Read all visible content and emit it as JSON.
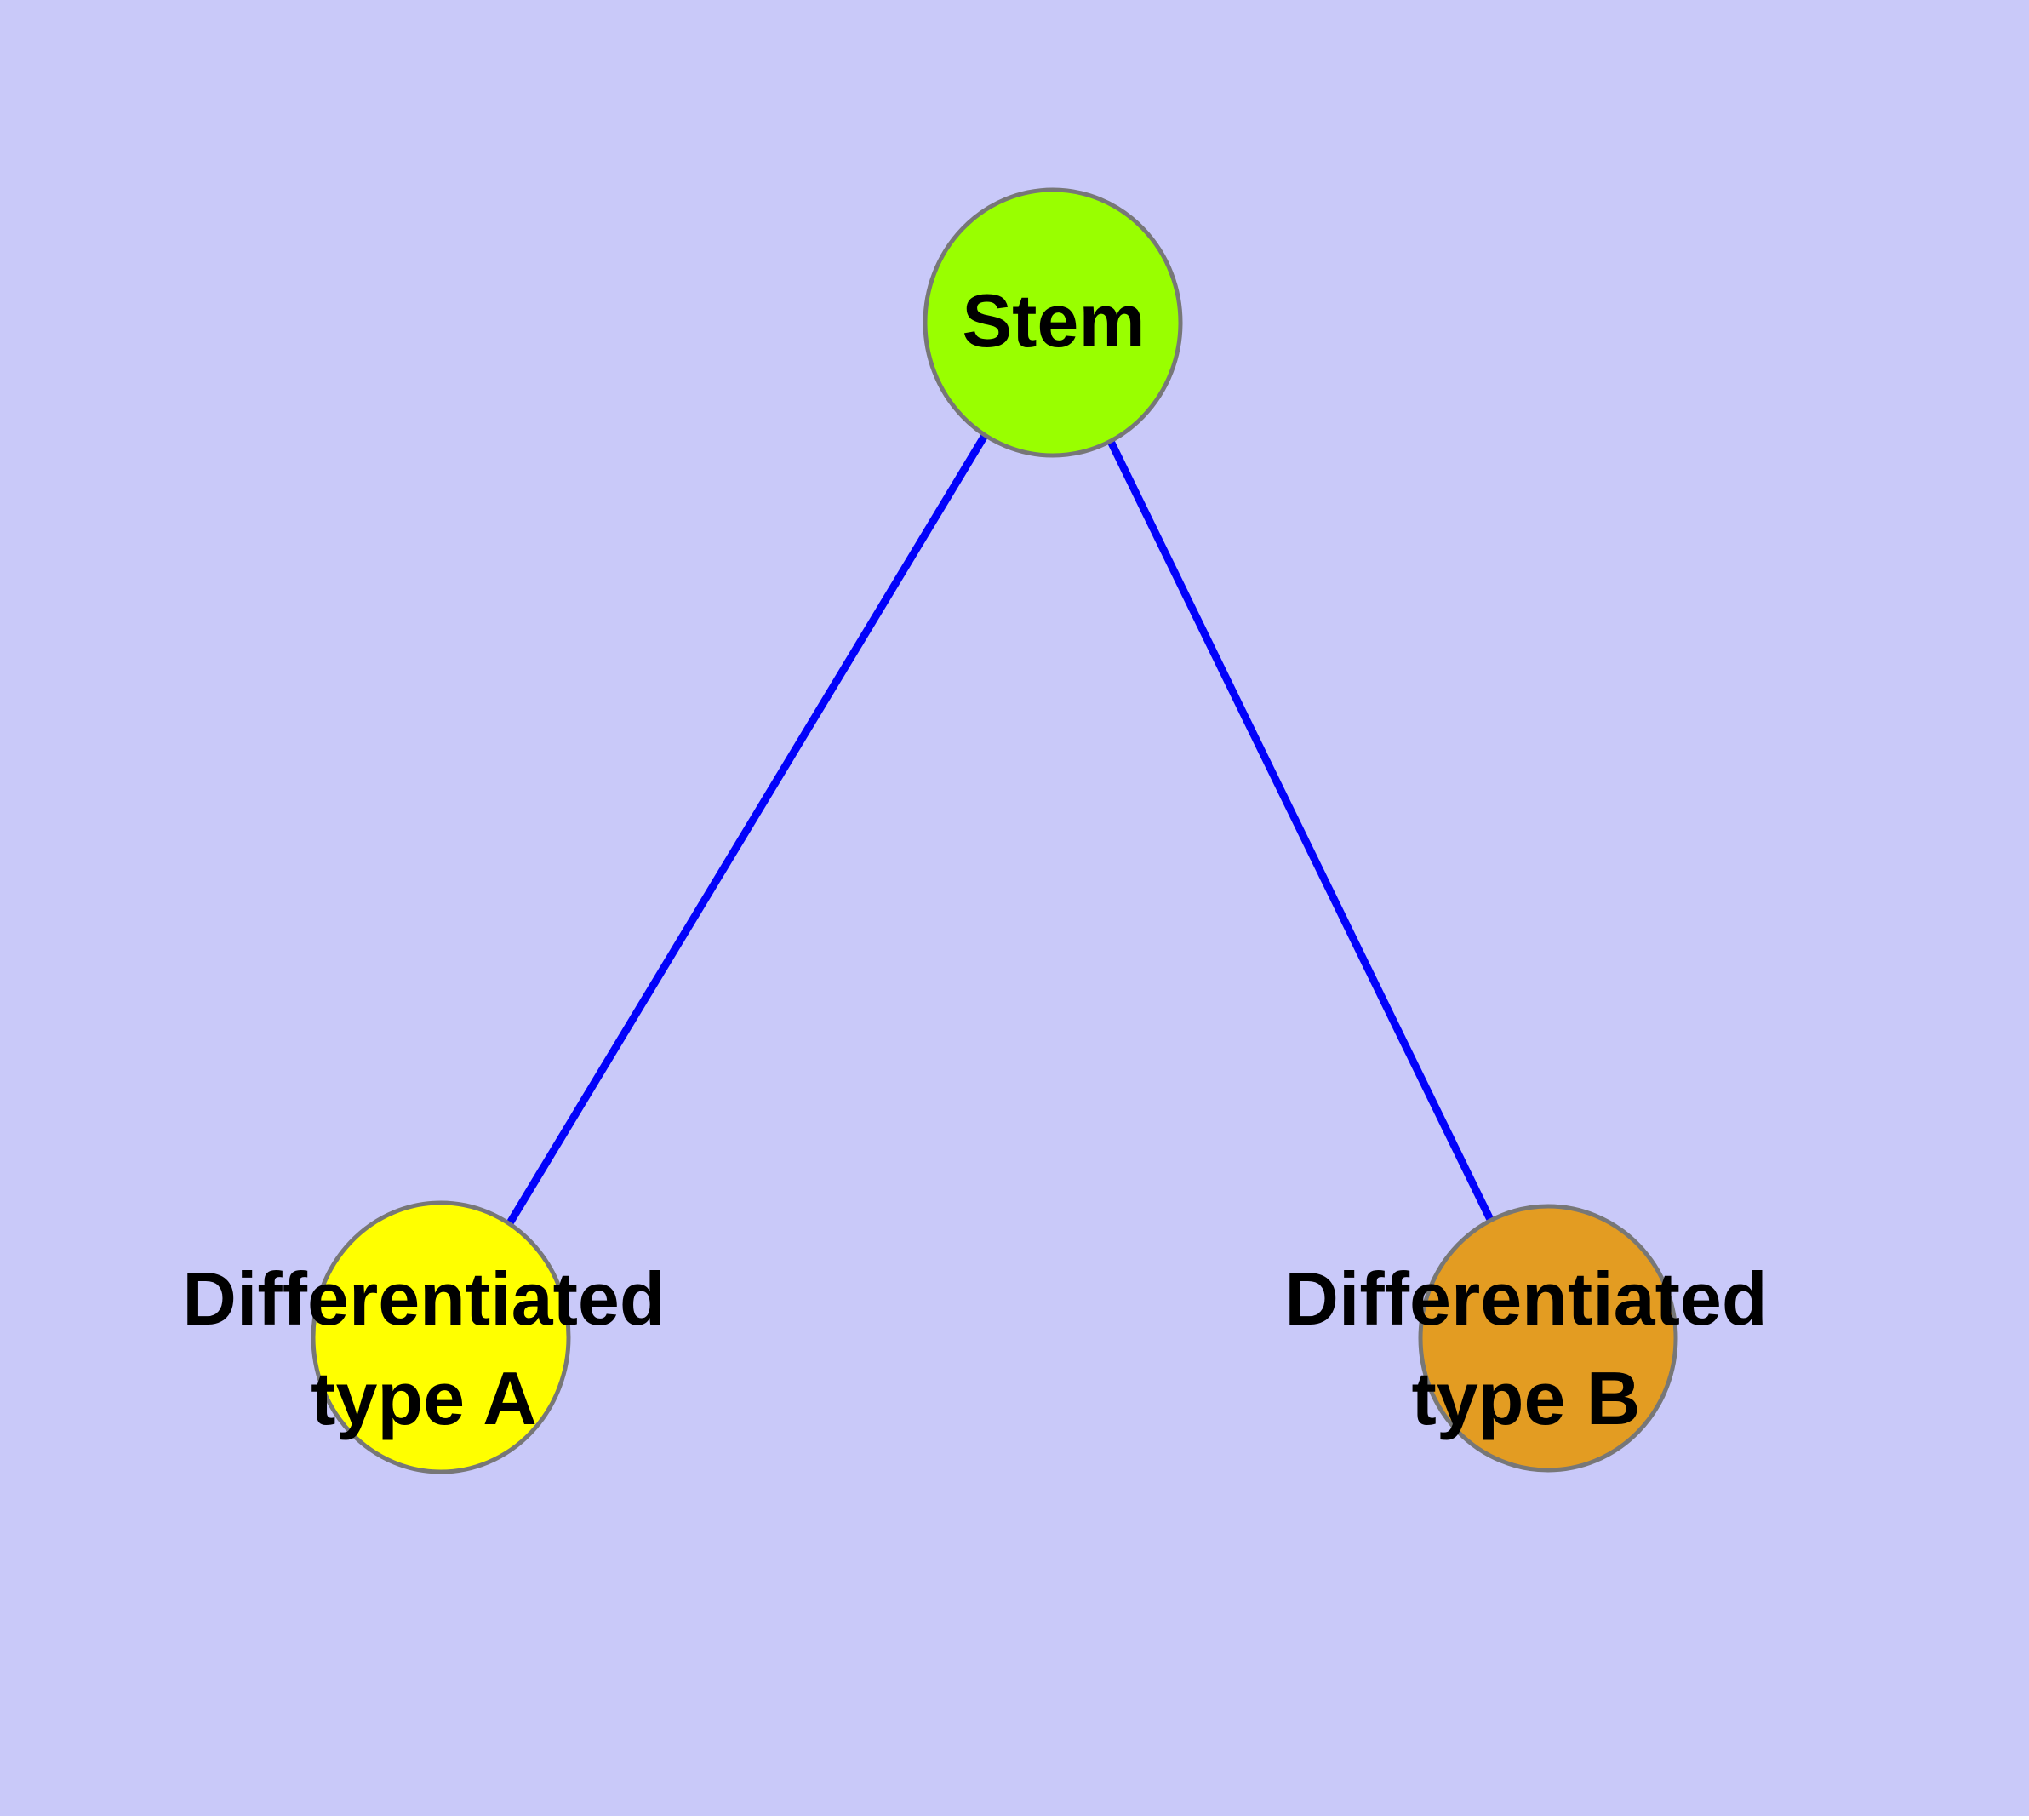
{
  "diagram": {
    "type": "node-link-graph",
    "background_color": "#C9C9F9",
    "page_margin_color": "#FFFFFF",
    "edge_color": "#0202FA",
    "node_border_color": "#777777",
    "label_color": "#000000",
    "nodes": [
      {
        "id": "stem",
        "label": "Stem",
        "fill": "#99FF00"
      },
      {
        "id": "differentiated-type-a",
        "label_line1": "Differentiated",
        "label_line2": "type A",
        "fill": "#FFFF00"
      },
      {
        "id": "differentiated-type-b",
        "label_line1": "Differentiated",
        "label_line2": "type B",
        "fill": "#E39C22"
      }
    ],
    "edges": [
      {
        "from": "Stem",
        "to": "Differentiated type A"
      },
      {
        "from": "Stem",
        "to": "Differentiated type B"
      }
    ]
  }
}
